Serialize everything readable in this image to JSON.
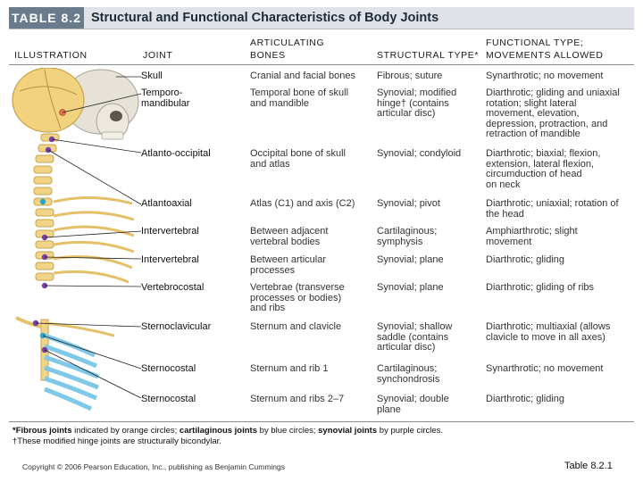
{
  "header": {
    "table_number": "TABLE 8.2",
    "title": "Structural and Functional Characteristics of Body Joints"
  },
  "columns": {
    "illustration": "ILLUSTRATION",
    "joint": "JOINT",
    "articulating_1": "ARTICULATING",
    "articulating_2": "BONES",
    "structural": "STRUCTURAL TYPE*",
    "functional_1": "FUNCTIONAL TYPE;",
    "functional_2": "MOVEMENTS ALLOWED"
  },
  "rows": [
    {
      "joint": [
        "Skull"
      ],
      "bones": [
        "Cranial and facial bones"
      ],
      "structural": [
        "Fibrous; suture"
      ],
      "functional": [
        "Synarthrotic; no movement"
      ]
    },
    {
      "joint": [
        "Temporo-",
        "mandibular"
      ],
      "bones": [
        "Temporal bone of skull",
        "and mandible"
      ],
      "structural": [
        "Synovial; modified",
        "hinge† (contains",
        "articular disc)"
      ],
      "functional": [
        "Diarthrotic; gliding and uniaxial",
        "rotation; slight lateral",
        "movement, elevation,",
        "depression, protraction, and",
        "retraction of mandible"
      ]
    },
    {
      "joint": [
        "Atlanto-occipital"
      ],
      "bones": [
        "Occipital bone of skull",
        "and atlas"
      ],
      "structural": [
        "Synovial; condyloid"
      ],
      "functional": [
        "Diarthrotic; biaxial; flexion,",
        "extension, lateral flexion,",
        "circumduction of head",
        "on neck"
      ]
    },
    {
      "joint": [
        "Atlantoaxial"
      ],
      "bones": [
        "Atlas (C1) and axis (C2)"
      ],
      "structural": [
        "Synovial; pivot"
      ],
      "functional": [
        "Diarthrotic; uniaxial; rotation of",
        "the head"
      ]
    },
    {
      "joint": [
        "Intervertebral"
      ],
      "bones": [
        "Between adjacent",
        "vertebral bodies"
      ],
      "structural": [
        "Cartilaginous;",
        "symphysis"
      ],
      "functional": [
        "Amphiarthrotic; slight",
        "movement"
      ]
    },
    {
      "joint": [
        "Intervertebral"
      ],
      "bones": [
        "Between articular",
        "processes"
      ],
      "structural": [
        "Synovial; plane"
      ],
      "functional": [
        "Diarthrotic; gliding"
      ]
    },
    {
      "joint": [
        "Vertebrocostal"
      ],
      "bones": [
        "Vertebrae (transverse",
        "processes or bodies)",
        "and ribs"
      ],
      "structural": [
        "Synovial; plane"
      ],
      "functional": [
        "Diarthrotic; gliding of ribs"
      ]
    },
    {
      "joint": [
        "Sternoclavicular"
      ],
      "bones": [
        "Sternum and clavicle"
      ],
      "structural": [
        "Synovial; shallow",
        "saddle (contains",
        "articular disc)"
      ],
      "functional": [
        "Diarthrotic; multiaxial (allows",
        "clavicle to move in all axes)"
      ]
    },
    {
      "joint": [
        "Sternocostal"
      ],
      "bones": [
        "Sternum and rib 1"
      ],
      "structural": [
        "Cartilaginous;",
        "synchondrosis"
      ],
      "functional": [
        "Synarthrotic; no movement"
      ]
    },
    {
      "joint": [
        "Sternocostal"
      ],
      "bones": [
        "Sternum and ribs 2–7"
      ],
      "structural": [
        "Synovial; double",
        "plane"
      ],
      "functional": [
        "Diarthrotic; gliding"
      ]
    }
  ],
  "footnotes": {
    "f1_a": "*Fibrous joints",
    "f1_b": " indicated by orange circles; ",
    "f1_c": "cartilaginous joints",
    "f1_d": " by blue circles; ",
    "f1_e": "synovial joints",
    "f1_f": " by purple circles.",
    "f2": "†These modified hinge joints are structurally bicondylar."
  },
  "copyright": "Copyright © 2006 Pearson Education, Inc., publishing as Benjamin Cummings",
  "table_ref": "Table 8.2.1",
  "colors": {
    "bone": "#f0d488",
    "bone_dark": "#c9a34b",
    "cartilage": "#7fc8e8",
    "fibrous_marker": "#e8734a",
    "cartilaginous_marker": "#2aa6c8",
    "synovial_marker": "#7a3fa6",
    "title_bar": "#dfe3e8",
    "table_label_bg": "#6b7b8e"
  }
}
